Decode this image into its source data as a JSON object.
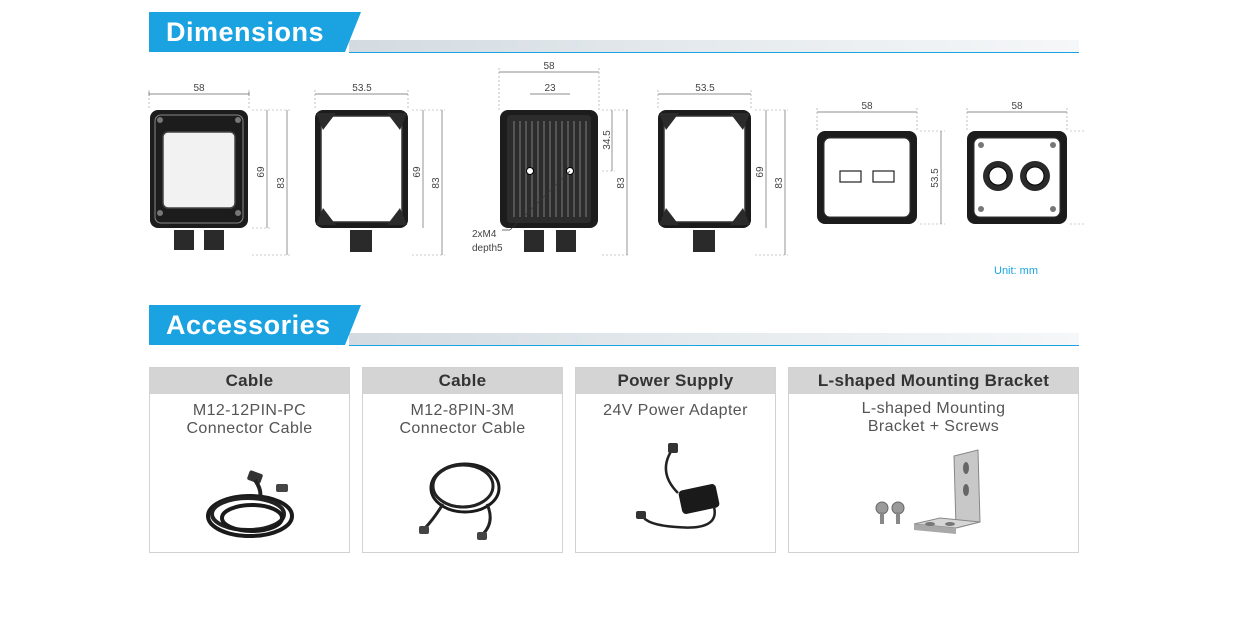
{
  "sections": {
    "dimensions": "Dimensions",
    "accessories": "Accessories"
  },
  "dimensions": {
    "width_58": "58",
    "width_53_5": "53.5",
    "width_23": "23",
    "height_69": "69",
    "height_83": "83",
    "height_34_5": "34.5",
    "height_53_5": "53.5",
    "thread_note_line1": "2xM4",
    "thread_note_line2": "depth5",
    "unit": "Unit: mm"
  },
  "accessories": [
    {
      "title": "Cable",
      "desc_line1": "M12-12PIN-PC",
      "desc_line2": "Connector Cable",
      "image_icon": "coiled-cable-icon"
    },
    {
      "title": "Cable",
      "desc_line1": "M12-8PIN-3M",
      "desc_line2": "Connector Cable",
      "image_icon": "connector-cable-icon"
    },
    {
      "title": "Power Supply",
      "desc_line1": "24V Power Adapter",
      "desc_line2": "",
      "image_icon": "power-adapter-icon"
    },
    {
      "title": "L-shaped Mounting Bracket",
      "desc_line1": "L-shaped Mounting",
      "desc_line2": "Bracket + Screws",
      "image_icon": "bracket-screws-icon"
    }
  ],
  "colors": {
    "accent": "#1aa3e0",
    "card_header": "#d4d4d4",
    "drawing_stroke": "#1a1a1a"
  }
}
